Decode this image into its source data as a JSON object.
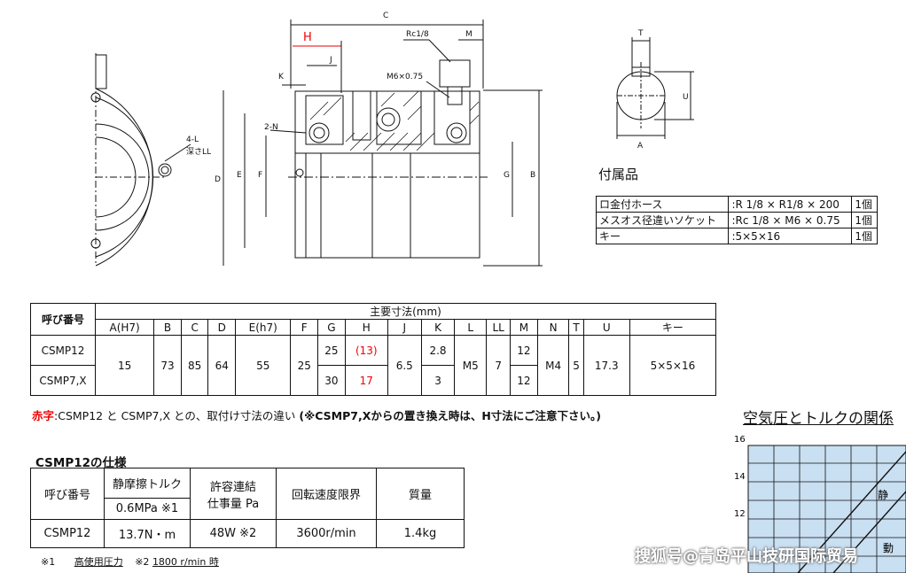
{
  "drawing": {
    "label_C": "C",
    "label_H": "H",
    "label_Rc": "Rc1/8",
    "label_M": "M",
    "label_J": "J",
    "label_K": "K",
    "label_M6": "M6×0.75",
    "label_2N": "2-N",
    "label_4L": "4-L",
    "label_depth": "深さLL",
    "label_D": "D",
    "label_E": "E",
    "label_F": "F",
    "label_G": "G",
    "label_B": "B",
    "label_T": "T",
    "label_U": "U",
    "label_A": "A"
  },
  "accessories": {
    "title": "付属品",
    "rows": [
      {
        "name": "ロ金付ホース",
        "spec": ":R 1/8 × R1/8 × 200",
        "qty": "1個"
      },
      {
        "name": "メスオス径違いソケット",
        "spec": ":Rc 1/8 × M6 × 0.75",
        "qty": "1個"
      },
      {
        "name": "キー",
        "spec": ":5×5×16",
        "qty": "1個"
      }
    ]
  },
  "dim_table": {
    "col0_header": "呼び番号",
    "group_header": "主要寸法(mm)",
    "headers": [
      "A(H7)",
      "B",
      "C",
      "D",
      "E(h7)",
      "F",
      "G",
      "H",
      "J",
      "K",
      "L",
      "LL",
      "M",
      "N",
      "T",
      "U",
      "キー"
    ],
    "model1": "CSMP12",
    "model2": "CSMP7,X",
    "A": "15",
    "B": "73",
    "C": "85",
    "D": "64",
    "E": "55",
    "F": "25",
    "G1": "25",
    "G2": "30",
    "H1": "(13)",
    "H2": "17",
    "J": "6.5",
    "K1": "2.8",
    "K2": "3",
    "L": "M5",
    "LL": "7",
    "M1": "12",
    "M2": "12",
    "N": "M4",
    "T": "5",
    "U": "17.3",
    "key": "5×5×16"
  },
  "note": {
    "red": "赤字",
    "text": ":CSMP12 と CSMP7,X との、取付け寸法の違い",
    "bold": "(※CSMP7,Xからの置き換え時は、H寸法にご注意下さい。)"
  },
  "spec": {
    "title": "CSMP12の仕様",
    "h_model": "呼び番号",
    "h_torque": "静摩擦トルク",
    "h_torque_sub": "0.6MPa ※1",
    "h_power": "許容連結\n仕事量 Pa",
    "h_speed": "回転速度限界",
    "h_mass": "質量",
    "model": "CSMP12",
    "torque": "13.7N・m",
    "power": "48W ※2",
    "speed": "3600r/min",
    "mass": "1.4kg",
    "fn1_mark": "※1",
    "fn1": "高使用圧力",
    "fn2_mark": "※2",
    "fn2": "1800 r/min 時"
  },
  "graph": {
    "title": "空気圧とトルクの関係",
    "y_ticks": [
      "16",
      "14",
      "12"
    ],
    "label_static": "静",
    "label_dynamic": "動"
  },
  "watermark": "搜狐号@青岛平山技研国际贸易"
}
